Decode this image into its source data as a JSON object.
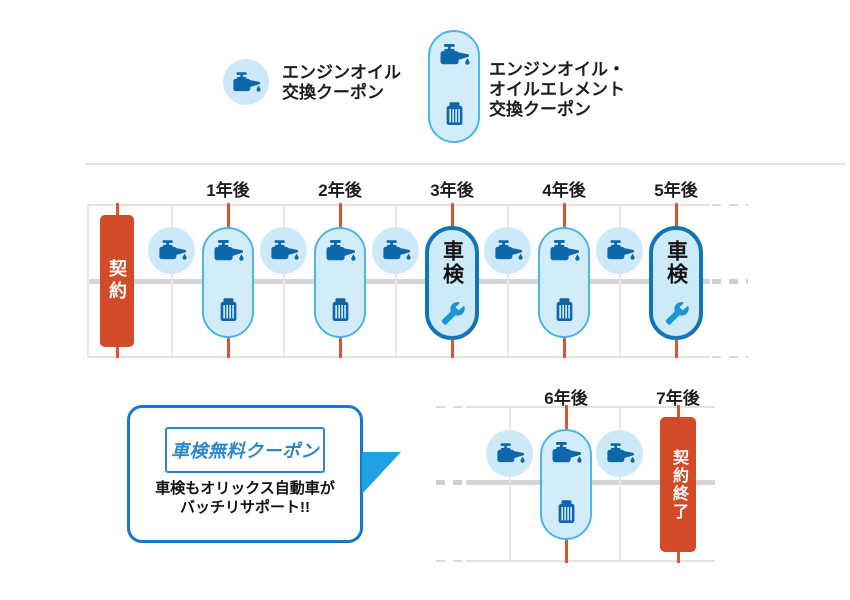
{
  "colors": {
    "accent_red": "#d24a28",
    "tick_red": "#dd5433",
    "coupon_fill": "#cde8f7",
    "pill_border": "#4cb4e8",
    "shaken_border": "#1173b8",
    "icon_blue": "#0d67a8",
    "wrench_blue": "#1e93d6",
    "callout_border": "#1877c8",
    "logo_blue": "#2f87c9",
    "pointer_blue": "#1fa0e3",
    "grid_gray": "#e2e2e2"
  },
  "legend": {
    "oil_coupon": {
      "icon": "oil-can",
      "lines": "エンジンオイル\n交換クーポン"
    },
    "oil_element_coupon": {
      "icon": "oil-can-and-filter",
      "lines": "エンジンオイル・\nオイルエレメント\n交換クーポン"
    }
  },
  "timeline": {
    "start_label": "契約",
    "end_label": "契約終了",
    "shaken_label": "車検",
    "row1_year_labels": [
      "1年後",
      "2年後",
      "3年後",
      "4年後",
      "5年後"
    ],
    "row2_year_labels": [
      "6年後",
      "7年後"
    ],
    "row1_events": [
      "oil",
      "oil+element",
      "oil",
      "oil+element",
      "oil",
      "shaken",
      "oil",
      "oil+element",
      "oil",
      "shaken"
    ],
    "row2_events": [
      "oil",
      "oil+element",
      "oil",
      "contract-end"
    ]
  },
  "callout": {
    "logo_text": "車検無料クーポン",
    "caption": "車検もオリックス自動車が\nバッチリサポート!!"
  }
}
